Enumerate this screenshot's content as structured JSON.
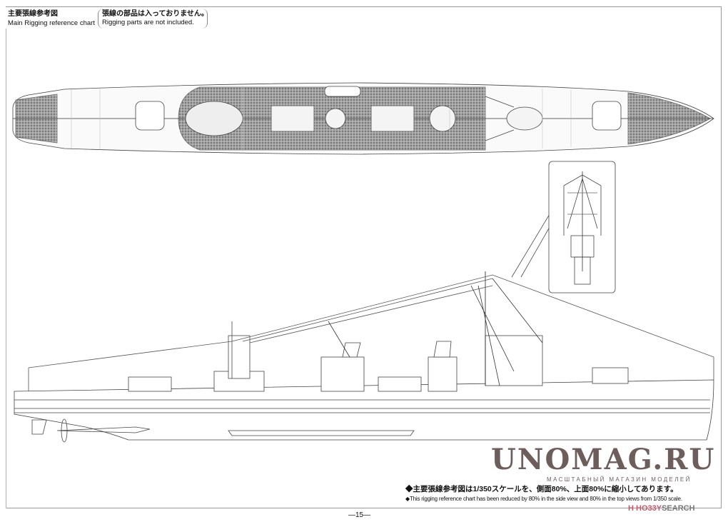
{
  "header": {
    "title_jp": "主要張線参考図",
    "title_en": "Main Rigging reference chart",
    "notice_jp": "張線の部品は入っておりません。",
    "notice_en": "Rigging parts are not included."
  },
  "drawings": {
    "top_view": "ship-top-view",
    "side_view": "ship-side-view",
    "inset": "mast-detail-inset"
  },
  "notes": {
    "jp": "◆主要張線参考図は1/350スケールを、側面80%、上面80%に縮小してあります。",
    "en": "◆This rigging reference chart has been reduced by 80% in the side view and 80% in the top  views from 1/350 scale."
  },
  "page_number": "—15—",
  "watermark": {
    "title": "UNOMAG.RU",
    "subtitle": "МАСШТАБНЫЙ МАГАЗИН МОДЕЛЕЙ"
  },
  "source_logo": {
    "a": "H",
    "b": "HO33Y",
    "c": "SEARCH"
  },
  "colors": {
    "watermark": "#6e5d5d",
    "logo": "#c45a6a"
  }
}
